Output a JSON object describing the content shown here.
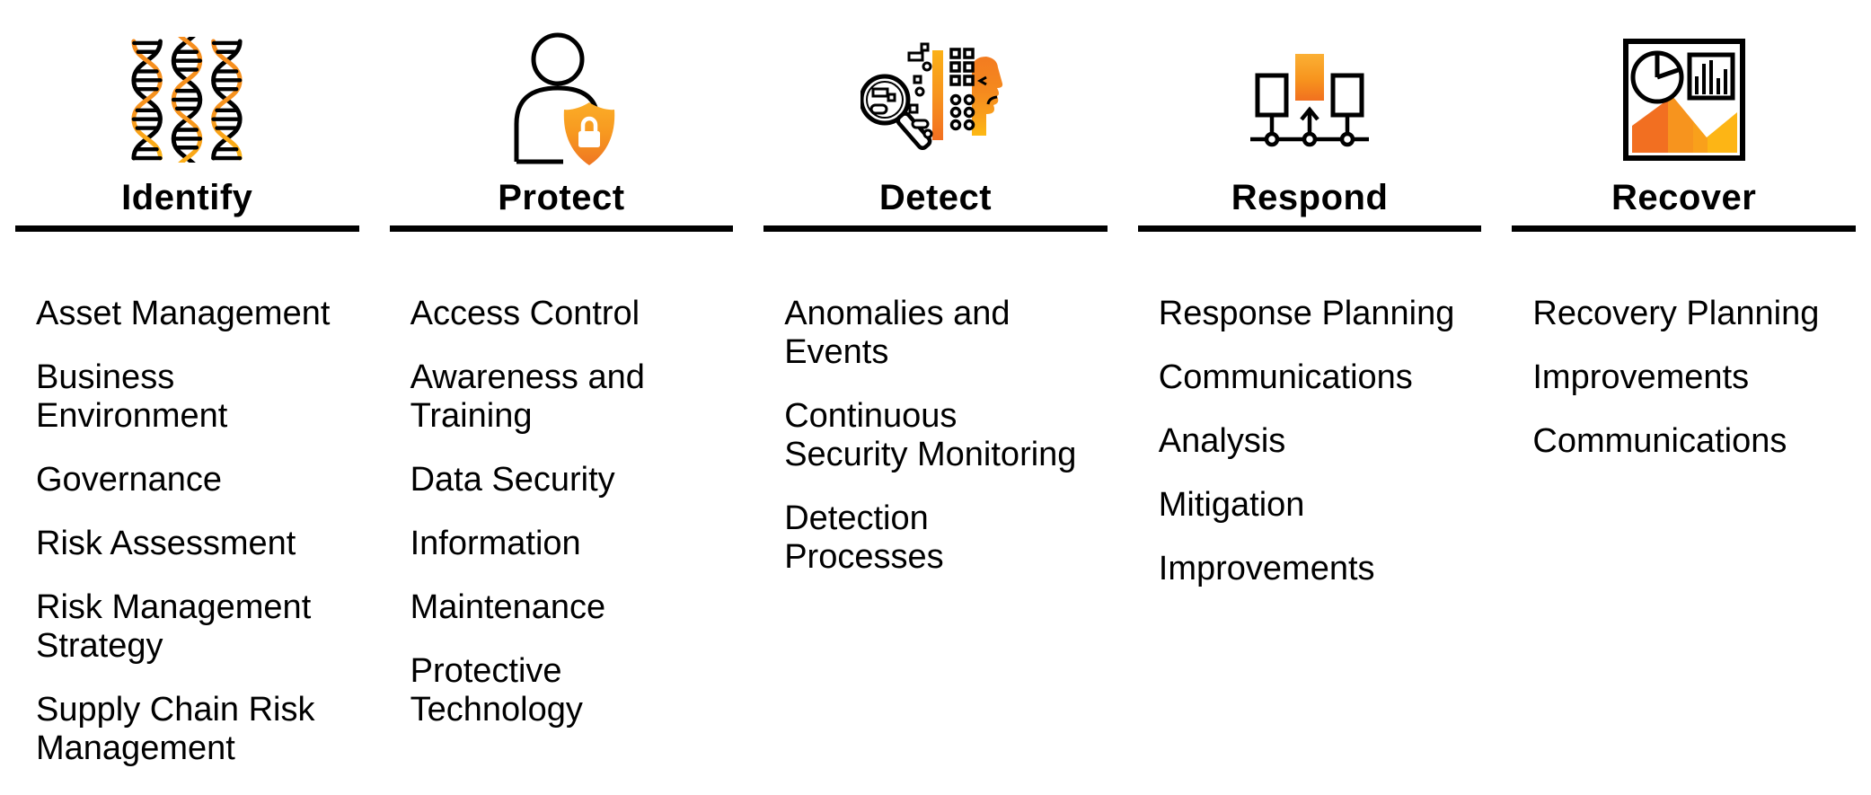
{
  "page": {
    "background": "#ffffff",
    "description_text": ""
  },
  "colors": {
    "text": "#000000",
    "rule": "#000000",
    "orange": "#F7941E",
    "deep_orange": "#F2701F",
    "amber_yellow": "#FDB913",
    "light_orange": "#FBB034"
  },
  "framework": {
    "columns": [
      {
        "key": "identify",
        "icon": "dna-strands-icon",
        "title": "Identify",
        "items": [
          "Asset Management",
          "Business Environment",
          "Governance",
          "Risk Assessment",
          "Risk Management Strategy",
          "Supply Chain Risk Management"
        ]
      },
      {
        "key": "protect",
        "icon": "user-shield-lock-icon",
        "title": "Protect",
        "items": [
          "Access Control",
          "Awareness and Training",
          "Data Security",
          "Information",
          "Maintenance",
          "Protective Technology"
        ]
      },
      {
        "key": "detect",
        "icon": "magnifier-data-face-icon",
        "title": "Detect",
        "items": [
          "Anomalies and Events",
          "Continuous Security Monitoring",
          "Detection Processes"
        ]
      },
      {
        "key": "respond",
        "icon": "connected-devices-arrow-icon",
        "title": "Respond",
        "items": [
          "Response Planning",
          "Communications",
          "Analysis",
          "Mitigation",
          "Improvements"
        ]
      },
      {
        "key": "recover",
        "icon": "analytics-dashboard-icon",
        "title": "Recover",
        "items": [
          "Recovery Planning",
          "Improvements",
          "Communications"
        ]
      }
    ]
  }
}
